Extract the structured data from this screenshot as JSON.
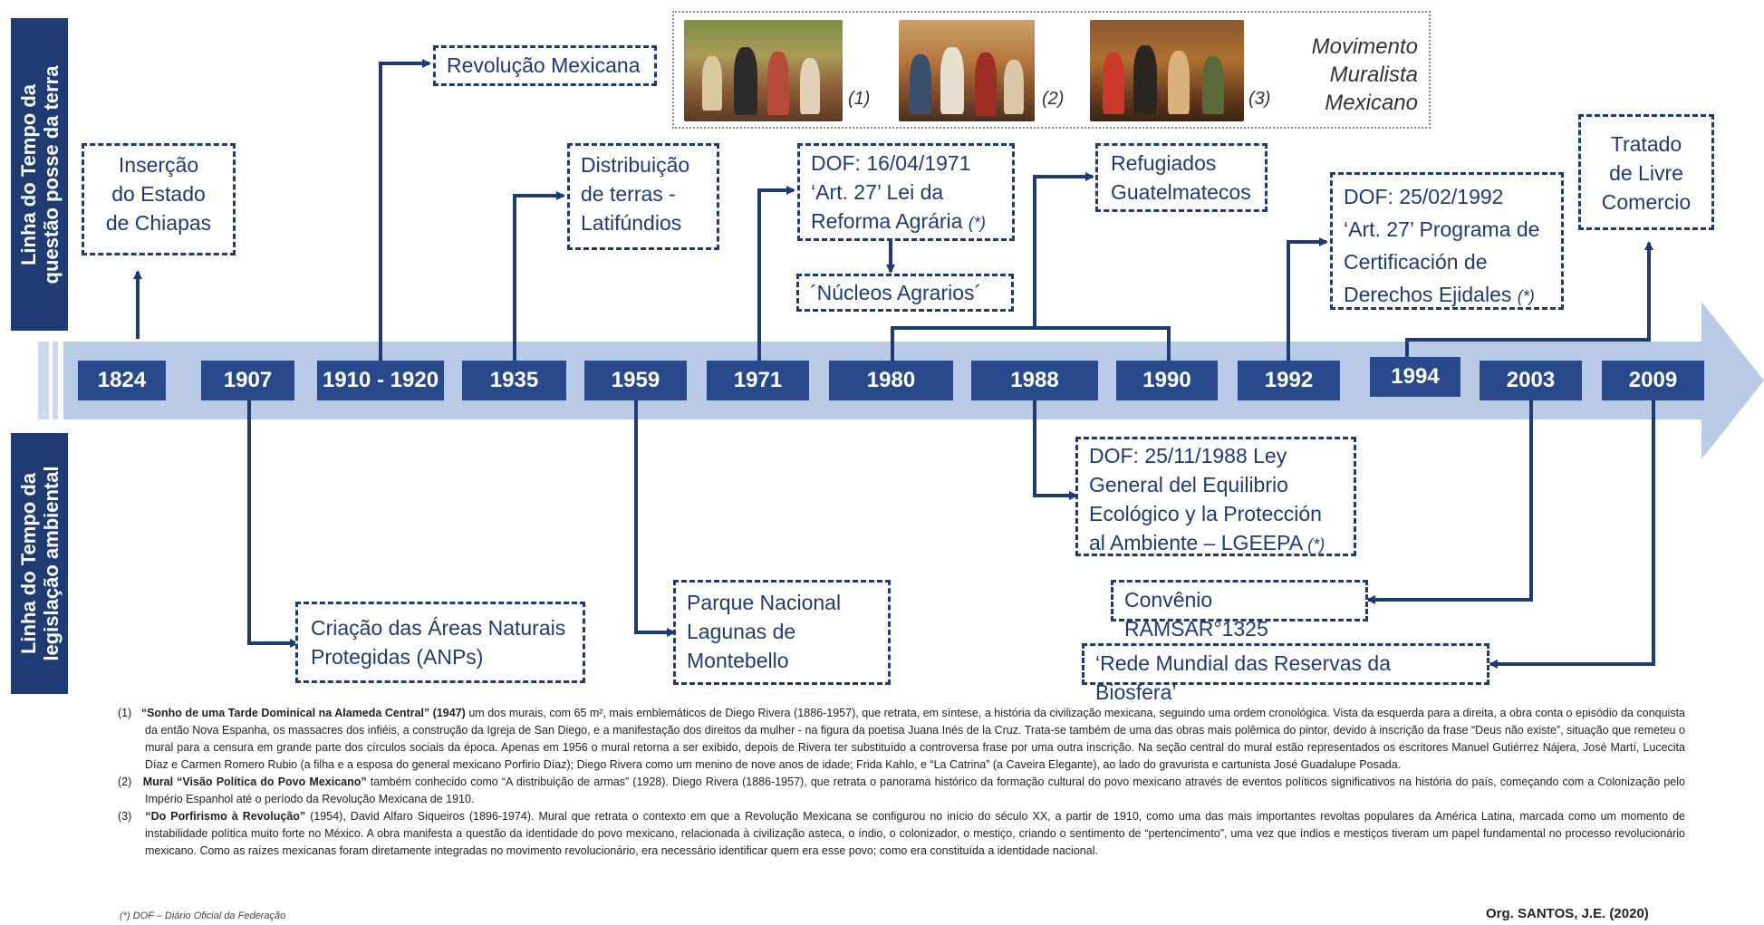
{
  "side_labels": {
    "top": [
      "Linha do Tempo da",
      "questão posse da terra"
    ],
    "bottom": [
      "Linha do Tempo da",
      "legislação ambiental"
    ]
  },
  "years": [
    "1824",
    "1907",
    "1910 - 1920",
    "1935",
    "1959",
    "1971",
    "1980",
    "1988",
    "1990",
    "1992",
    "1994",
    "2003",
    "2009"
  ],
  "top_events": {
    "chiapas": [
      "Inserção",
      "do Estado",
      "de Chiapas"
    ],
    "revolucao": "Revolução Mexicana",
    "distribuicao": [
      "Distribuição",
      "de terras -",
      "Latifúndios"
    ],
    "dof1971": [
      "DOF: 16/04/1971",
      "‘Art. 27’ Lei da",
      "Reforma Agrária"
    ],
    "dof1971_mark": "(*)",
    "nucleos": "´Núcleos Agrarios´",
    "refugiados": [
      "Refugiados",
      "Guatelmatecos"
    ],
    "dof1992": [
      "DOF: 25/02/1992",
      "‘Art. 27’ Programa de",
      "Certificación de",
      "Derechos Ejidales"
    ],
    "dof1992_mark": "(*)",
    "tratado": [
      "Tratado",
      "de Livre",
      "Comercio"
    ]
  },
  "bottom_events": {
    "anps": [
      "Criação das Áreas Naturais",
      "Protegidas (ANPs)"
    ],
    "parque": [
      "Parque Nacional",
      "Lagunas de",
      "Montebello"
    ],
    "dof1988": [
      "DOF: 25/11/1988 Ley",
      "General del Equilibrio",
      "Ecológico y la Protección",
      "al Ambiente – LGEEPA"
    ],
    "dof1988_mark": "(*)",
    "ramsar": "Convênio RAMSAR°1325",
    "rede": "‘Rede Mundial das Reservas da Biosfera’"
  },
  "murals": {
    "labels": [
      "(1)",
      "(2)",
      "(3)"
    ],
    "title": [
      "Movimento",
      "Muralista",
      "Mexicano"
    ]
  },
  "notes": [
    {
      "num": "(1)",
      "bold": "“Sonho de uma Tarde Dominical na Alameda Central” (1947)",
      "text": " um dos murais, com 65 m², mais emblemáticos de Diego Rivera (1886-1957), que retrata, em síntese, a história da civilização mexicana, seguindo uma ordem cronológica. Vista da esquerda para a direita, a obra conta o episódio da conquista da então Nova Espanha, os massacres dos infiéis, a construção da Igreja de San Diego, e a manifestação dos direitos da mulher - na figura da poetisa Juana Inés de la Cruz. Trata-se também de uma das obras mais polêmica do pintor, devido à inscrição da frase “Deus não existe”, situação que remeteu o mural para a censura em grande parte dos círculos sociais da época. Apenas em 1956 o mural retorna a ser exibido, depois de Rivera ter substituído a controversa frase por uma outra inscrição. Na seção central do mural estão representados os escritores Manuel Gutiérrez Nájera, José Martí, Lucecita Díaz e Carmen Romero Rubio (a filha e a esposa do general mexicano Porfirio Díaz); Diego Rivera como um menino de nove anos de idade; Frida Kahlo, e “La Catrina” (a Caveira Elegante), ao lado do gravurista e cartunista José Guadalupe Posada."
    },
    {
      "num": "(2)",
      "bold": "Mural “Visão Política do Povo Mexicano”",
      "text": " também conhecido como “A distribuição de armas” (1928). Diego Rivera (1886-1957), que retrata o panorama histórico da formação cultural do povo mexicano através de eventos políticos significativos na história do país, começando com a Colonização pelo Império Espanhol até o período da Revolução Mexicana de 1910."
    },
    {
      "num": "(3)",
      "bold": "“Do Porfirismo à Revolução”",
      "text": " (1954), David Alfaro Siqueiros (1896-1974). Mural que retrata o contexto em que a Revolução Mexicana se configurou no início do século XX, a partir de 1910, como uma das mais importantes revoltas populares da América Latina, marcada como um momento de instabilidade política muito forte no México. A obra manifesta a questão da identidade do povo mexicano, relacionada à civilização asteca, o índio, o colonizador, o mestiço, criando o sentimento de “pertencimento”, uma vez que índios e mestiços tiveram um papel fundamental no processo revolucionário mexicano. Como as raízes mexicanas foram diretamente integradas no movimento revolucionário, era necessário identificar quem era esse povo; como era constituída a identidade nacional."
    }
  ],
  "footnote": "(*)   DOF – Diário Oficial da Federação",
  "credit": "Org. SANTOS, J.E. (2020)",
  "colors": {
    "navy": "#1f3b73",
    "year_box": "#284a8c",
    "arrow": "#b9cbe6"
  }
}
